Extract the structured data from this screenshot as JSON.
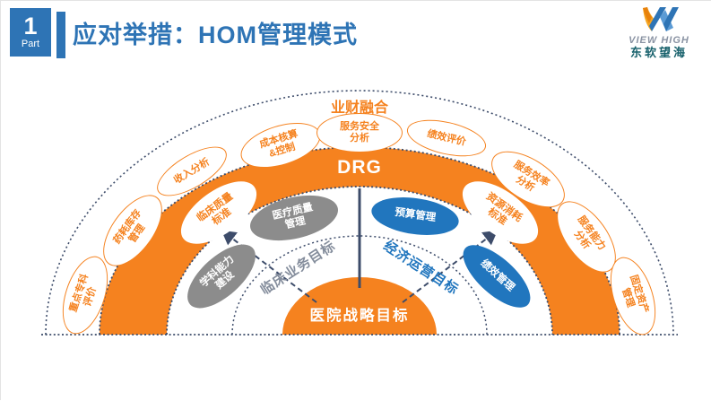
{
  "header": {
    "part_number": "1",
    "part_label": "Part",
    "title": "应对举措：HOM管理模式"
  },
  "logo": {
    "brand": "VIEW HIGH",
    "company": "东软望海"
  },
  "diagram": {
    "top_label": "业财融合",
    "ring_label": "DRG",
    "center_label": "医院战略目标",
    "left_goal": "临床业务目标",
    "right_goal": "经济运营目标",
    "outer_ovals": [
      {
        "label": "成本核算\n&控制"
      },
      {
        "label": "服务安全\n分析"
      },
      {
        "label": "绩效评价"
      },
      {
        "label": "收入分析"
      },
      {
        "label": "服务效率\n分析"
      },
      {
        "label": "药耗库存\n管理"
      },
      {
        "label": "服务能力\n分析"
      },
      {
        "label": "重点专科\n评价"
      },
      {
        "label": "固定资产\n管理"
      }
    ],
    "ring_ovals": [
      {
        "label": "临床质量\n标准"
      },
      {
        "label": "资源消耗\n标准"
      }
    ],
    "inner_ovals": [
      {
        "label": "医疗质量\n管理",
        "color": "gray"
      },
      {
        "label": "预算管理",
        "color": "blue"
      },
      {
        "label": "学科能力\n建设",
        "color": "gray"
      },
      {
        "label": "绩效管理",
        "color": "blue"
      }
    ]
  },
  "colors": {
    "orange": "#F5821F",
    "navy": "#3D4C6A",
    "blue": "#2176BE",
    "gray": "#8C8C8C",
    "title_blue": "#2E74B5",
    "goal_gray": "#848D9C"
  }
}
